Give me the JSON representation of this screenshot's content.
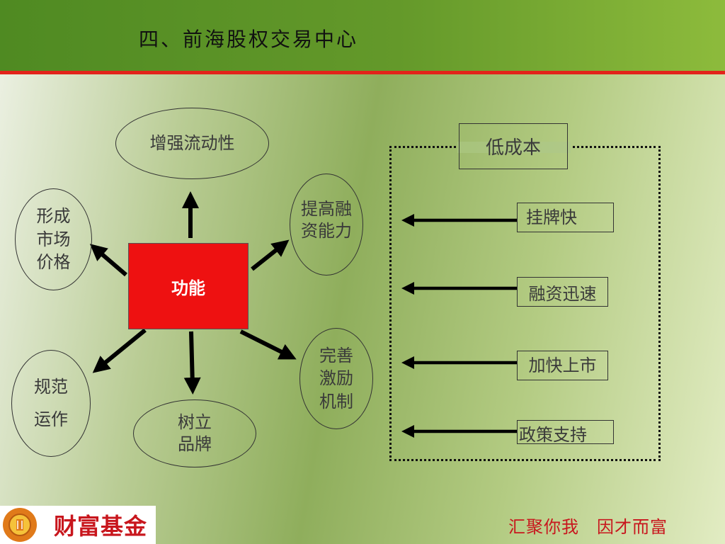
{
  "title": "四、前海股权交易中心",
  "center": "功能",
  "functions": {
    "liquidity": "增强流动性",
    "price": [
      "形成",
      "市场",
      "价格"
    ],
    "financing": [
      "提高融",
      "资能力"
    ],
    "regulate": [
      "规范",
      "运作"
    ],
    "incentive": [
      "完善",
      "激励",
      "机制"
    ],
    "brand": [
      "树立",
      "品牌"
    ]
  },
  "advantages": {
    "header": "低成本",
    "items": [
      "挂牌快",
      "融资迅速",
      "加快上市",
      "政策支持"
    ]
  },
  "footer": {
    "logo_text": "财富基金",
    "slogan": "汇聚你我　因才而富"
  },
  "colors": {
    "accent_red": "#e2231a",
    "center_box": "#ee1111",
    "header_green": "#5a9426",
    "slogan_red": "#c8161d"
  }
}
